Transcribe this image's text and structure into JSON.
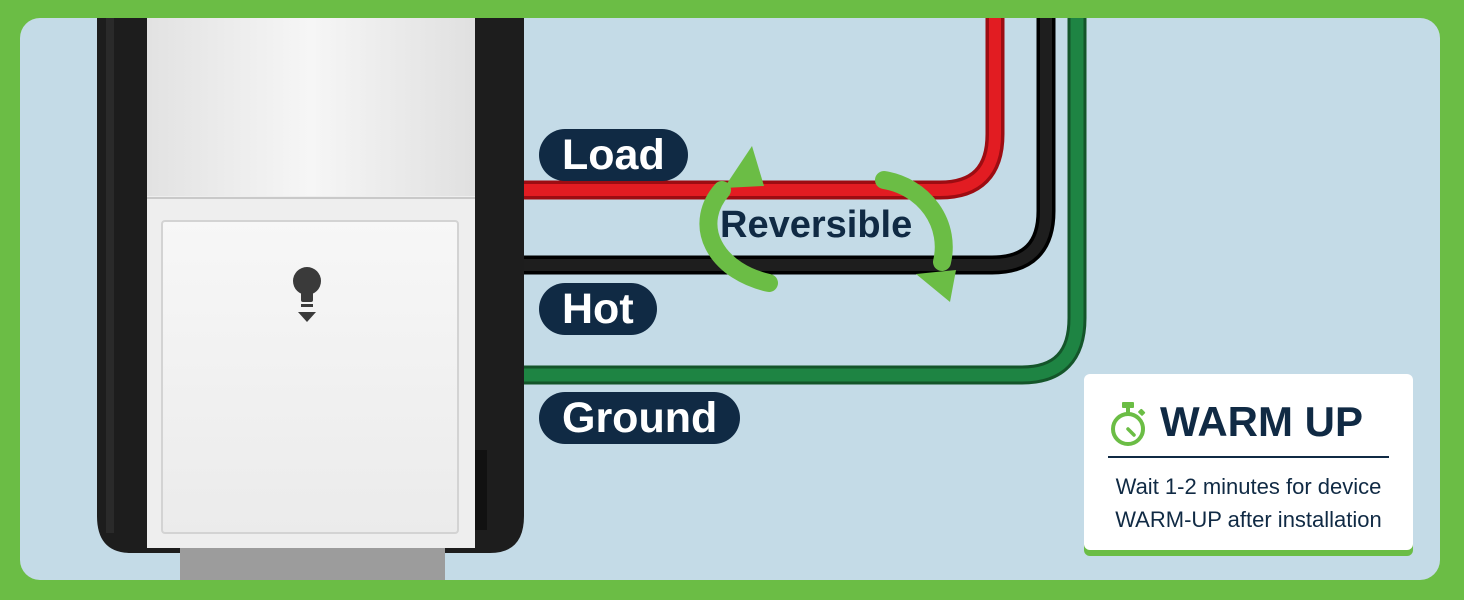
{
  "labels": {
    "load": "Load",
    "hot": "Hot",
    "ground": "Ground",
    "reversible": "Reversible"
  },
  "warmup": {
    "title": "WARM UP",
    "line1": "Wait 1-2 minutes for device",
    "line2": "WARM-UP after installation"
  },
  "colors": {
    "frame": "#6bbd45",
    "panel": "#c4dbe7",
    "navy": "#102a44",
    "load_wire": "#e01b22",
    "hot_wire": "#111111",
    "ground_wire": "#1c7a3e",
    "arrow": "#6bbd45"
  },
  "icons": {
    "timer": "stopwatch-icon",
    "arrows": "reversible-arrows-icon"
  }
}
